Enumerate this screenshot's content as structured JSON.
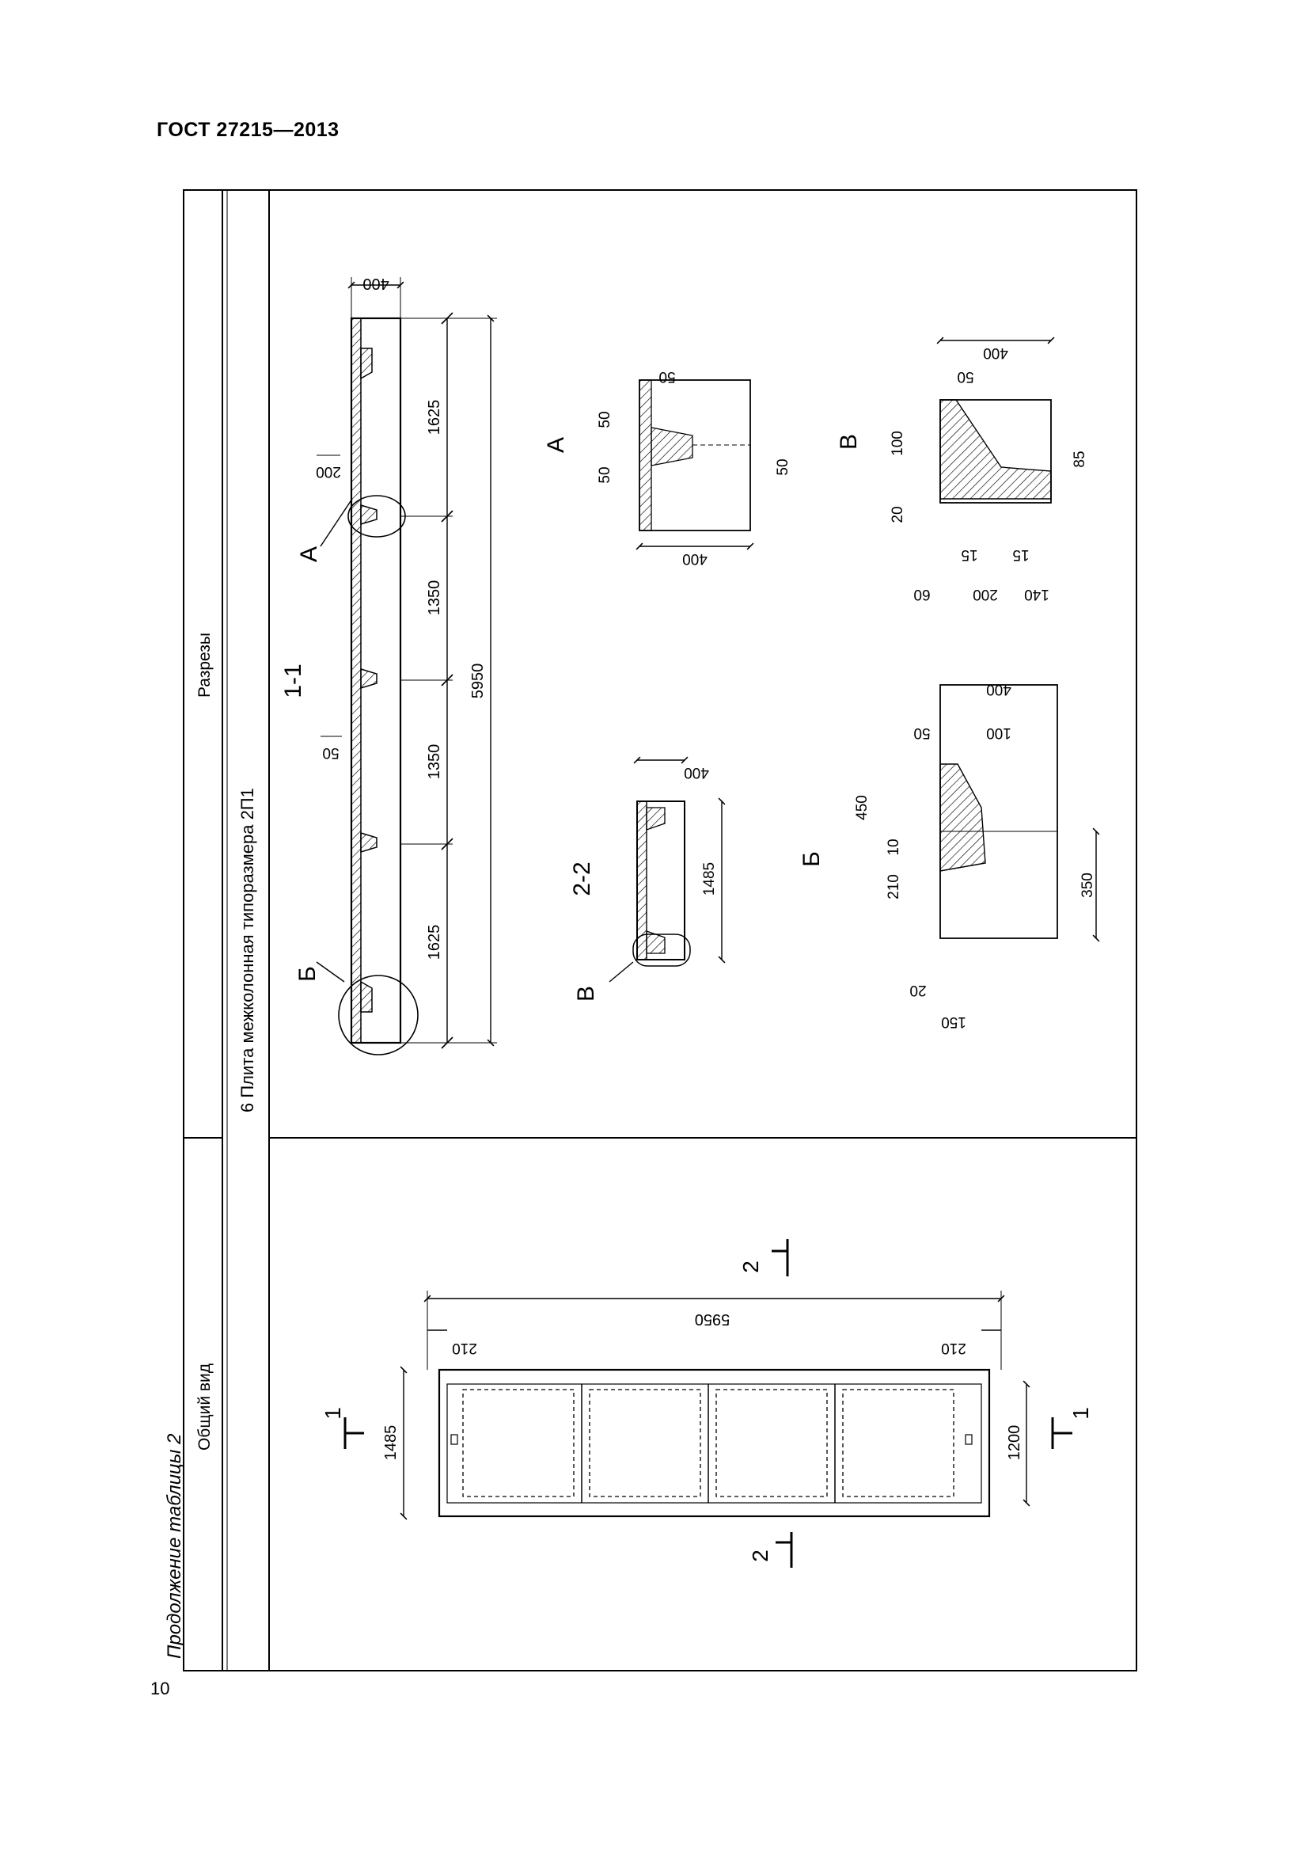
{
  "header": {
    "standard": "ГОСТ 27215—2013"
  },
  "page": {
    "number": "10",
    "caption": "Продолжение таблицы 2"
  },
  "table": {
    "col_general_view": "Общий вид",
    "col_sections": "Разрезы",
    "row_title": "6 Плита межколонная типоразмера 2П1"
  },
  "general_view": {
    "length": "5950",
    "width": "1485",
    "inner_width": "1200",
    "end_offset_left": "210",
    "end_offset_right": "210",
    "cut_1": "1",
    "cut_2": "2"
  },
  "section_1_1": {
    "label": "1-1",
    "total": "5950",
    "spans": [
      "1625",
      "1350",
      "1350",
      "1625"
    ],
    "height": "400",
    "rib_dim_a": "200",
    "rib_dim_b": "50",
    "callout_a": "А",
    "callout_b": "Б"
  },
  "section_2_2": {
    "label": "2-2",
    "width": "1485",
    "height": "400",
    "callout_v": "В"
  },
  "detail_a": {
    "label": "А",
    "height": "400",
    "flange": "50",
    "rib_left": "50",
    "rib_right": "50",
    "rib_bottom": "50"
  },
  "detail_b": {
    "label": "Б",
    "dims": [
      "450",
      "210",
      "10",
      "350",
      "20",
      "150",
      "400",
      "50",
      "100"
    ]
  },
  "detail_v": {
    "label": "В",
    "dims": [
      "400",
      "50",
      "100",
      "85",
      "20",
      "15",
      "15",
      "60",
      "200",
      "140"
    ]
  }
}
